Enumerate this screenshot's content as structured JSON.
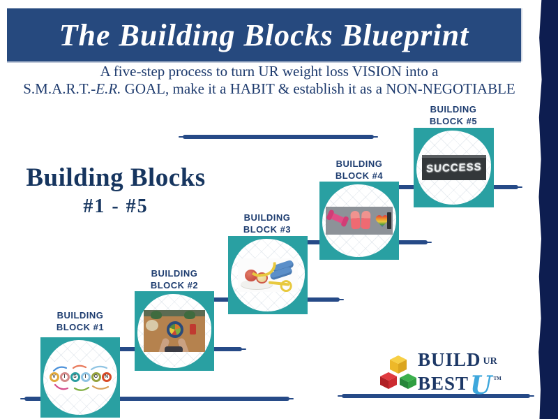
{
  "header": {
    "title": "The Building Blocks Blueprint"
  },
  "subtitle": {
    "line1": "A five-step process to turn UR weight loss VISION into a",
    "line2_pre": "S.M.A.R.T.-",
    "line2_em": "E.R.",
    "line2_post": " GOAL, make it a HABIT & establish it as a NON-NEGOTIABLE"
  },
  "side_heading": {
    "line1": "Building Blocks",
    "line2": "#1 - #5"
  },
  "blocks": [
    {
      "label_line1": "BUILDING",
      "label_line2": "BLOCK #1"
    },
    {
      "label_line1": "BUILDING",
      "label_line2": "BLOCK #2"
    },
    {
      "label_line1": "BUILDING",
      "label_line2": "BLOCK #3"
    },
    {
      "label_line1": "BUILDING",
      "label_line2": "BLOCK #4"
    },
    {
      "label_line1": "BUILDING",
      "label_line2": "BLOCK #5",
      "image_text": "SUCCESS"
    }
  ],
  "vision": {
    "letters": [
      {
        "ch": "V",
        "color": "#e2a93b"
      },
      {
        "ch": "I",
        "color": "#d48a8a"
      },
      {
        "ch": "S",
        "color": "#2a9d9f"
      },
      {
        "ch": "I",
        "color": "#8fc4e3"
      },
      {
        "ch": "O",
        "color": "#95a13c"
      },
      {
        "ch": "N",
        "color": "#d84a26"
      }
    ]
  },
  "logo": {
    "build": "BUILD",
    "ur": "UR",
    "best": "BEST",
    "u": "U",
    "tm": "TM"
  },
  "colors": {
    "header_bar": "#26497e",
    "navy_text": "#1d3a6d",
    "label_navy": "#1e3d70",
    "teal_tile": "#29a0a2",
    "step_line": "#264a87",
    "right_border": "#0d1d50",
    "logo_navy": "#1d3866",
    "logo_blue_u": "#3ea7dc",
    "cube_yellow": "#f2c230",
    "cube_red": "#cc2127",
    "cube_green": "#2f9e41"
  }
}
